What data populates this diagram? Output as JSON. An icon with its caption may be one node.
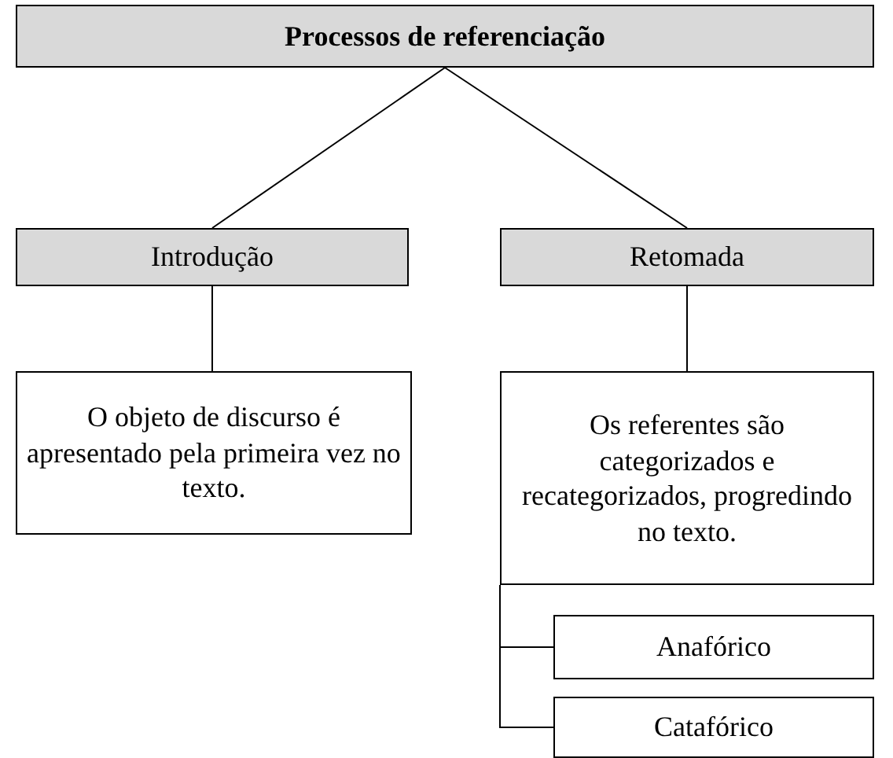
{
  "diagram": {
    "nodes": [
      {
        "text": [
          "Processos de referenciação"
        ]
      },
      {
        "text": [
          "Introdução"
        ]
      },
      {
        "text": [
          "Retomada"
        ]
      },
      {
        "text": [
          "O objeto de discurso é apresentado pela primeira vez no texto."
        ]
      },
      {
        "text": [
          "Os referentes são categorizados e recategorizados, progredindo no texto."
        ]
      },
      {
        "text": [
          "Anafórico"
        ]
      },
      {
        "text": [
          "Catafórico"
        ]
      }
    ],
    "edges": [
      {
        "from": 0,
        "to": 1,
        "arrow": "none"
      },
      {
        "from": 0,
        "to": 2,
        "arrow": "none"
      },
      {
        "from": 1,
        "to": 3,
        "arrow": "none"
      },
      {
        "from": 2,
        "to": 4,
        "arrow": "none"
      },
      {
        "from": 4,
        "to": 5,
        "arrow": "none"
      },
      {
        "from": 4,
        "to": 6,
        "arrow": "none"
      }
    ]
  }
}
